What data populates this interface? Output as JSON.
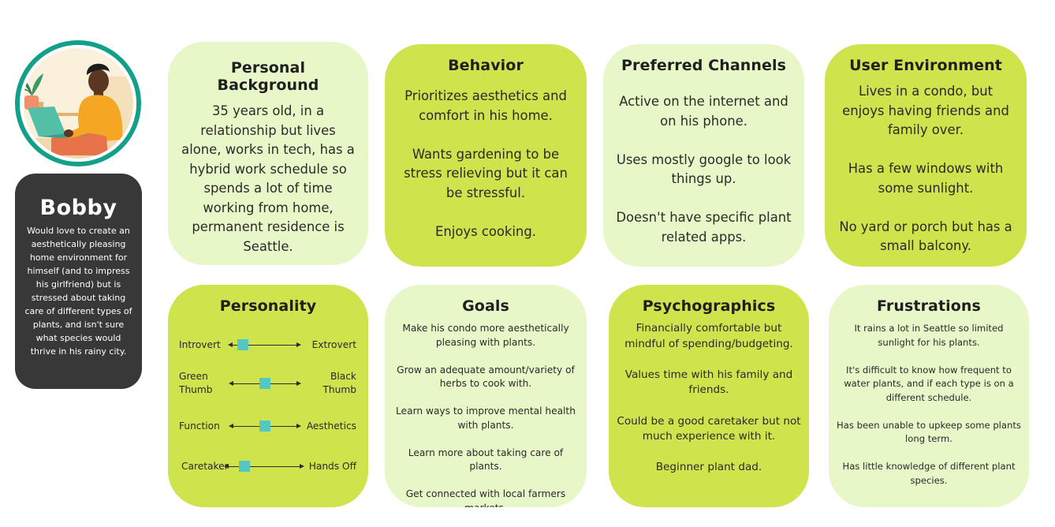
{
  "persona": {
    "name": "Bobby",
    "description": "Would love to create an aesthetically pleasing home environment for himself (and to impress his girlfriend) but is stressed about taking care of different types of plants, and isn't sure what species would thrive in his rainy city."
  },
  "cards": {
    "background": {
      "title": "Personal Background",
      "paras": [
        "35 years old, in a relationship but lives alone, works in tech, has a hybrid work schedule so spends a lot of time working from home, permanent residence is Seattle."
      ]
    },
    "behavior": {
      "title": "Behavior",
      "paras": [
        "Prioritizes aesthetics and comfort in his home.",
        "Wants gardening to be stress relieving but it can be stressful.",
        "Enjoys cooking."
      ]
    },
    "channels": {
      "title": "Preferred Channels",
      "paras": [
        "Active on the internet and on his phone.",
        "Uses mostly google to look things up.",
        "Doesn't have specific plant related apps."
      ]
    },
    "environment": {
      "title": "User Environment",
      "paras": [
        "Lives in a condo, but enjoys having friends and family over.",
        "Has a few windows with some sunlight.",
        "No yard or porch but has a small balcony."
      ]
    },
    "personality": {
      "title": "Personality",
      "sliders": [
        {
          "left": "Introvert",
          "right": "Extrovert",
          "value": 0.2
        },
        {
          "left": "Green Thumb",
          "right": "Black Thumb",
          "value": 0.5
        },
        {
          "left": "Function",
          "right": "Aesthetics",
          "value": 0.5
        },
        {
          "left": "Caretaker",
          "right": "Hands Off",
          "value": 0.25
        }
      ]
    },
    "goals": {
      "title": "Goals",
      "paras": [
        "Make his condo more aesthetically pleasing with plants.",
        "Grow an adequate amount/variety of herbs to cook with.",
        "Learn ways to improve mental health with plants.",
        "Learn more about taking care of plants.",
        "Get connected with local farmers markets."
      ]
    },
    "psychographics": {
      "title": "Psychographics",
      "paras": [
        "Financially comfortable but mindful of spending/budgeting.",
        "Values time with his family and friends.",
        "Could be a good caretaker but not much experience with it.",
        "Beginner plant dad."
      ]
    },
    "frustrations": {
      "title": "Frustrations",
      "paras": [
        "It rains a lot in Seattle so limited sunlight for his plants.",
        "It's difficult to know how frequent to water plants, and if each type is on a different schedule.",
        "Has been unable to upkeep some plants long term.",
        "Has little knowledge of different plant species."
      ]
    }
  },
  "colors": {
    "light_card": "#e8f7c8",
    "lime_card": "#cfe34c",
    "name_card": "#383838",
    "avatar_ring": "#13a08a",
    "slider_knob": "#55c7c2"
  },
  "icons": [
    "persona-avatar-illustration"
  ]
}
